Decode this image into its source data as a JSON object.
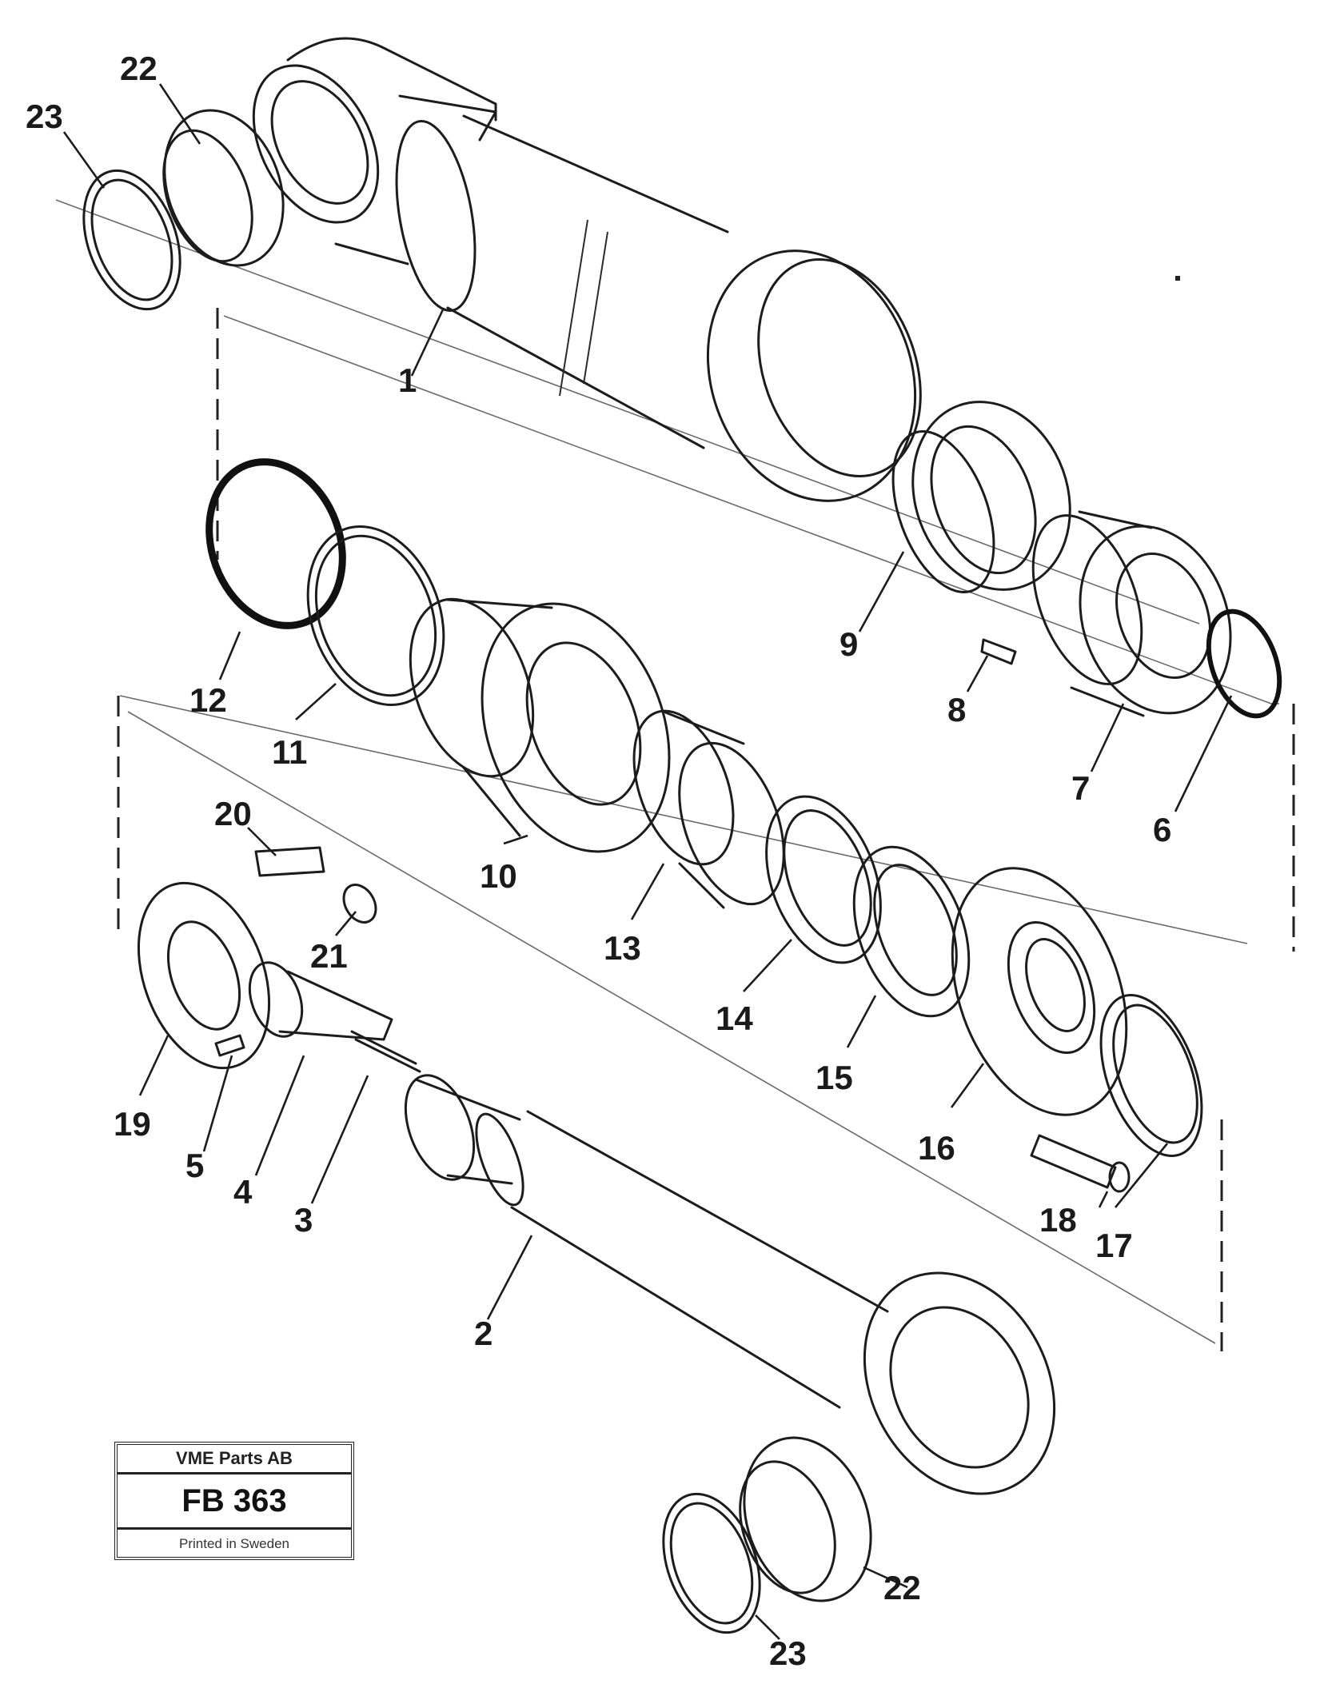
{
  "stamp": {
    "company": "VME Parts AB",
    "code": "FB 363",
    "printed": "Printed in Sweden"
  },
  "callouts": {
    "c1": "1",
    "c2": "2",
    "c3": "3",
    "c4": "4",
    "c5": "5",
    "c6": "6",
    "c7": "7",
    "c8": "8",
    "c9": "9",
    "c10": "10",
    "c11": "11",
    "c12": "12",
    "c13": "13",
    "c14": "14",
    "c15": "15",
    "c16": "16",
    "c17": "17",
    "c18": "18",
    "c19": "19",
    "c20": "20",
    "c21": "21",
    "c22a": "22",
    "c22b": "22",
    "c23a": "23",
    "c23b": "23"
  }
}
